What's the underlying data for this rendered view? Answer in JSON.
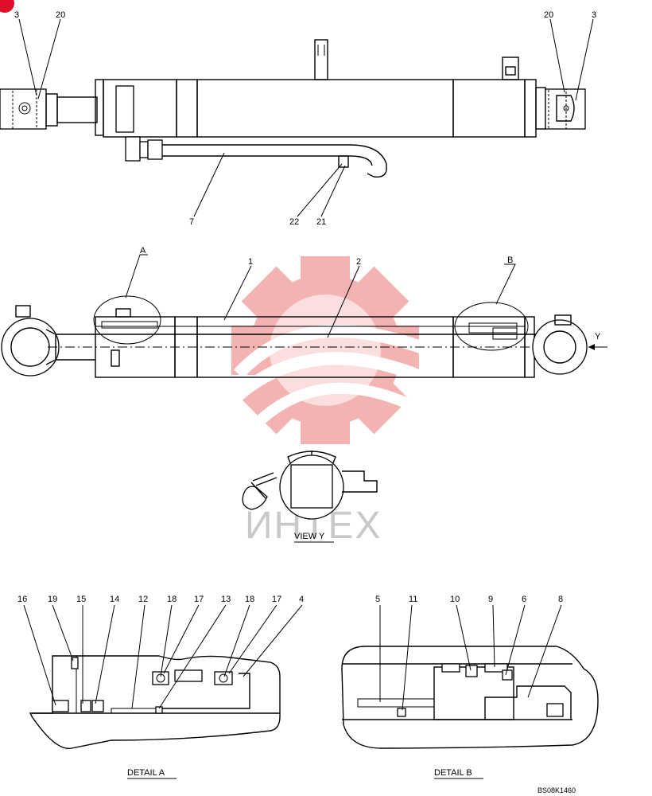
{
  "colors": {
    "line": "#000000",
    "watermark_red": "#f3a6a6",
    "watermark_gray": "#c9c9c9",
    "badge": "#e0102a"
  },
  "callouts": {
    "top_3_left": "3",
    "top_20_left": "20",
    "top_20_right": "20",
    "top_3_right": "3",
    "top_7": "7",
    "top_22": "22",
    "top_21": "21",
    "mid_A": "A",
    "mid_1": "1",
    "mid_2": "2",
    "mid_B": "B",
    "mid_Y": "Y",
    "da_16": "16",
    "da_19": "19",
    "da_15": "15",
    "da_14": "14",
    "da_12": "12",
    "da_18a": "18",
    "da_17a": "17",
    "da_13": "13",
    "da_18b": "18",
    "da_17b": "17",
    "da_4": "4",
    "db_5": "5",
    "db_11": "11",
    "db_10": "10",
    "db_9": "9",
    "db_6": "6",
    "db_8": "8"
  },
  "captions": {
    "view_y": "VIEW  Y",
    "detail_a": "DETAIL  A",
    "detail_b": "DETAIL  B",
    "drawing_code": "BS08K1460"
  },
  "watermark": {
    "text": "ИНТЕХ"
  }
}
